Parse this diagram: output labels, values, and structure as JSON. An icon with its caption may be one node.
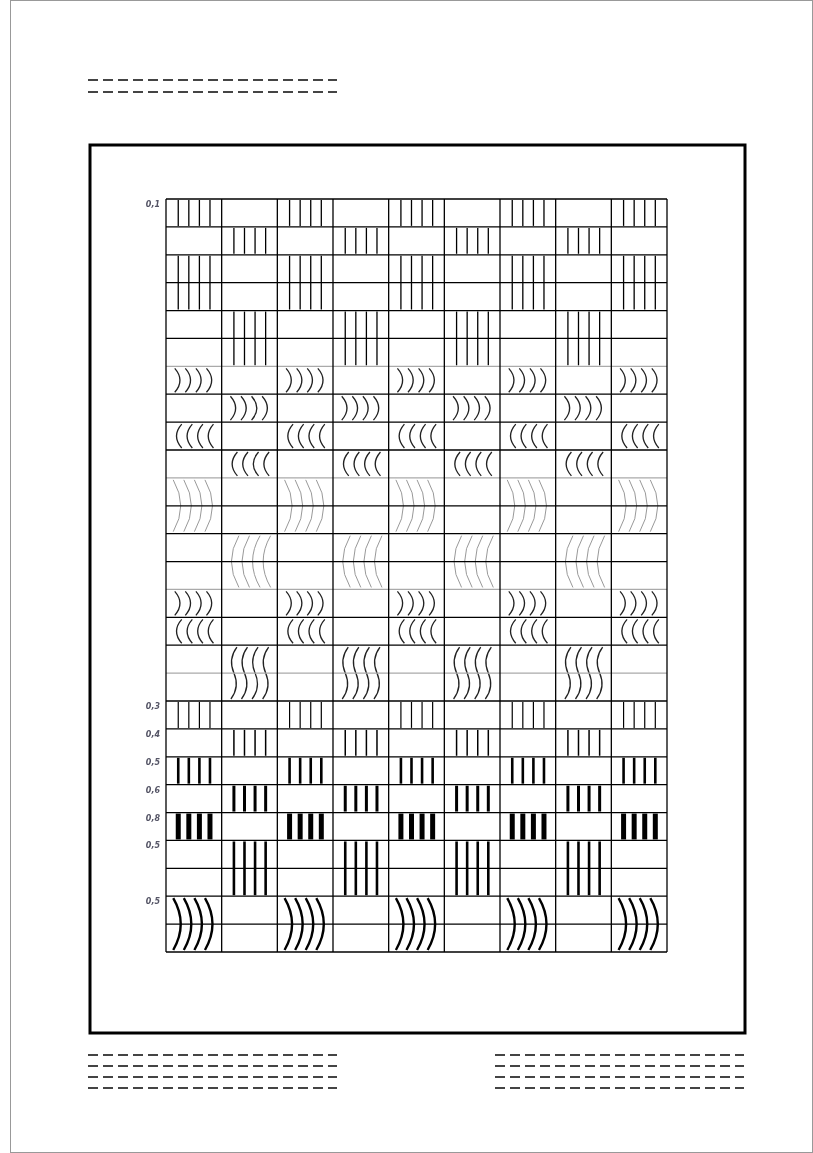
{
  "diagram": {
    "labels": [
      "0,1",
      "0,3",
      "0,4",
      "0,5",
      "0,6",
      "0,8",
      "0,5",
      "0,5"
    ]
  }
}
